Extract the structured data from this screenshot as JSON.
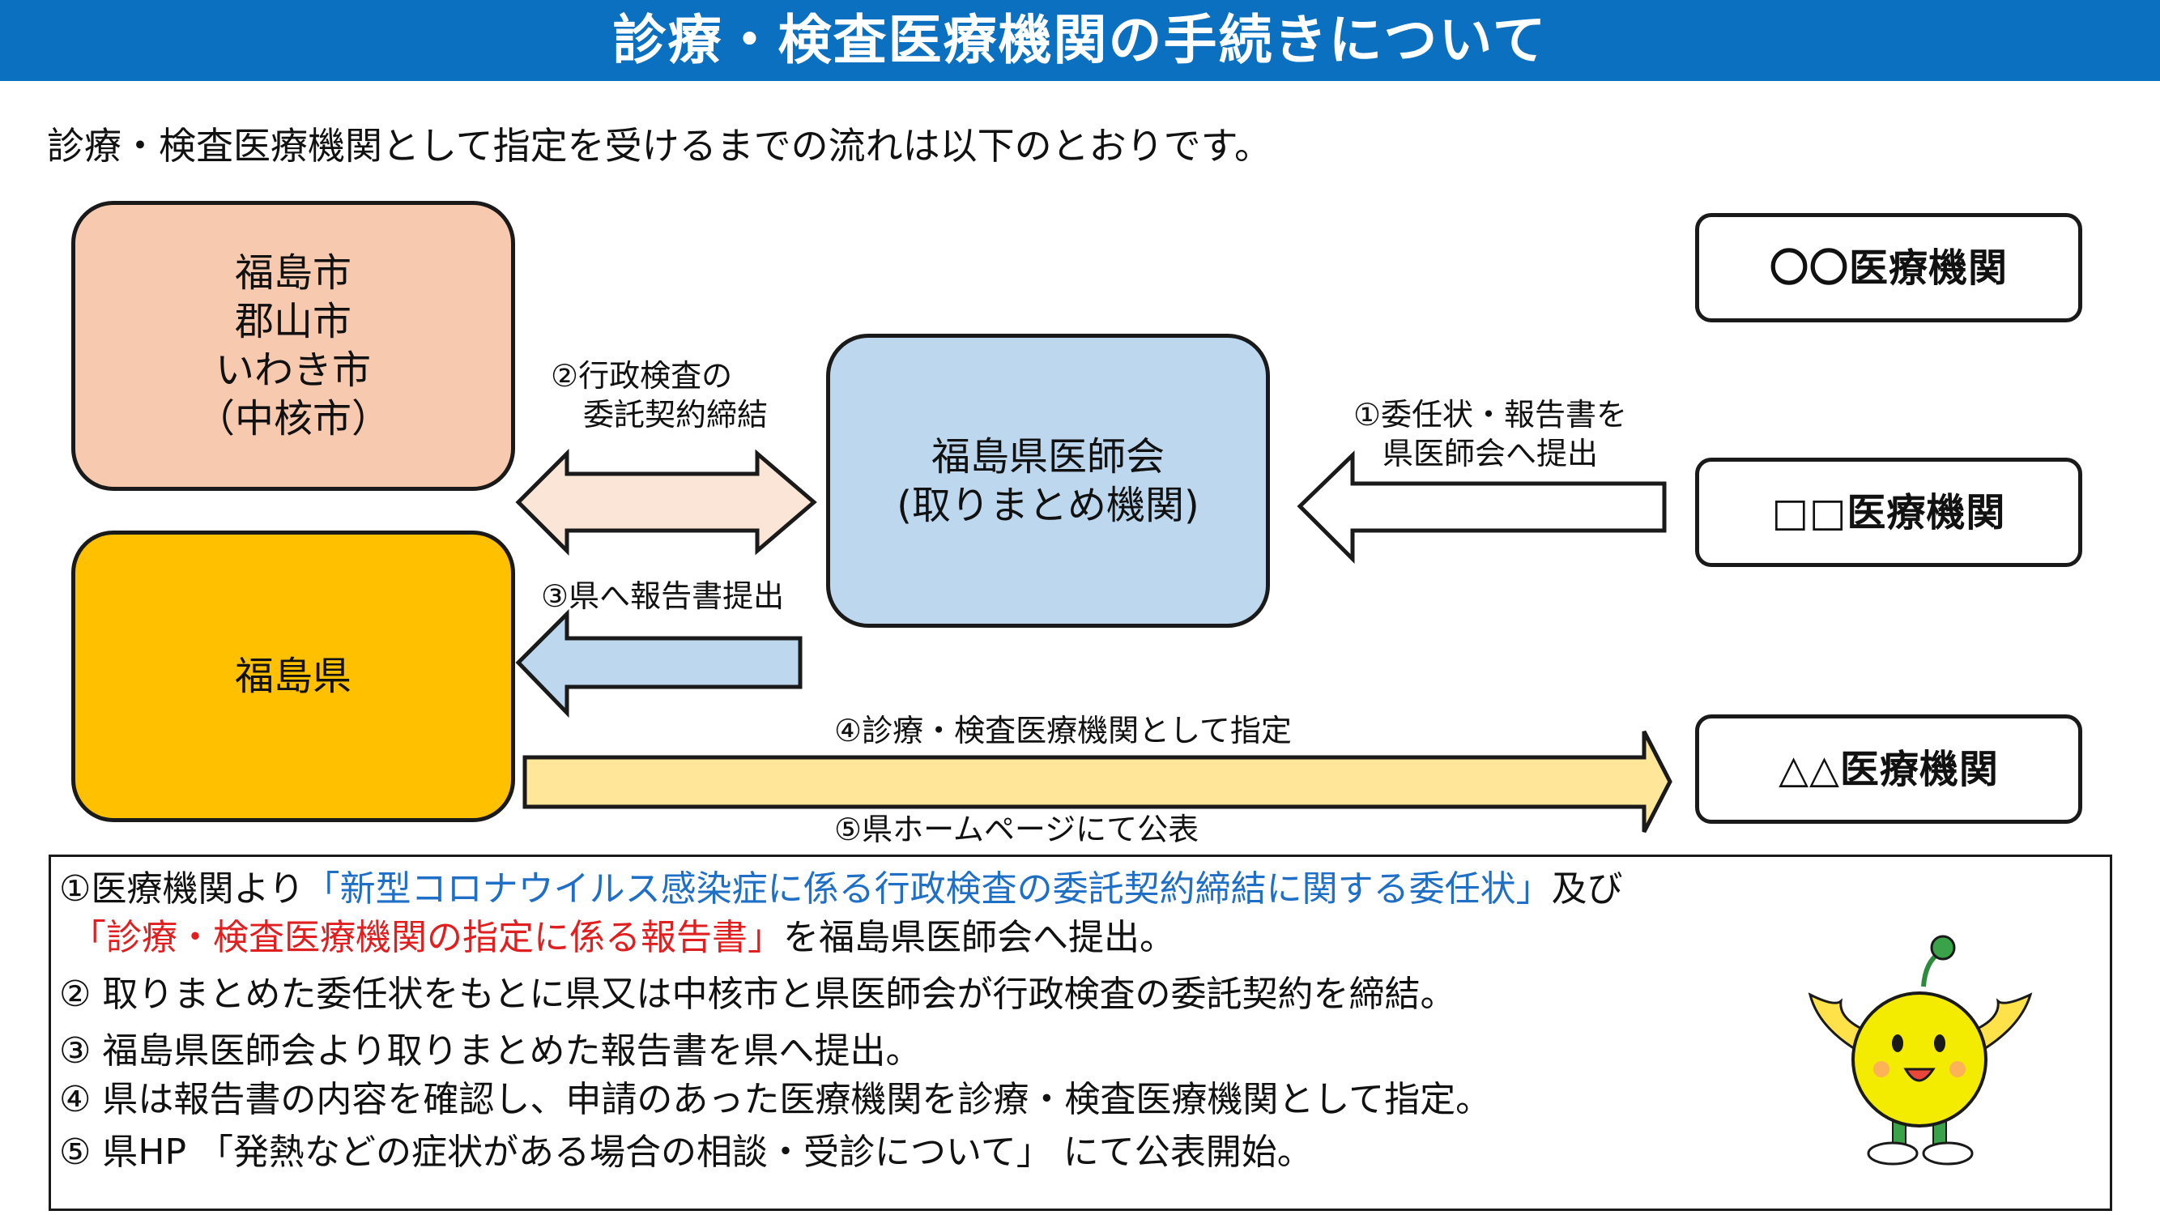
{
  "title": "診療・検査医療機関の手続きについて",
  "intro": "診療・検査医療機関として指定を受けるまでの流れは以下のとおりです。",
  "left": {
    "cities": [
      "福島市",
      "郡山市",
      "いわき市",
      "（中核市）"
    ],
    "prefecture": "福島県"
  },
  "center": {
    "lines": [
      "福島県医師会",
      "(取りまとめ機関)"
    ]
  },
  "institutions": [
    {
      "name": "〇〇医療機関"
    },
    {
      "name": "□□医療機関"
    },
    {
      "name": "△△医療機関"
    }
  ],
  "arrows": {
    "step2": [
      "②行政検査の",
      "委託契約締結"
    ],
    "step1": [
      "①委任状・報告書を",
      "県医師会へ提出"
    ],
    "step3": "③県へ報告書提出",
    "step4": "④診療・検査医療機関として指定",
    "step5": "⑤県ホームページにて公表"
  },
  "notes": {
    "line1_a": "①医療機関より",
    "line1_b": "「新型コロナウイルス感染症に係る行政検査の委託契約締結に関する委任状」",
    "line1_c": "及び",
    "line2_a": "「診療・検査医療機関の指定に係る報告書」",
    "line2_b": "を福島県医師会へ提出。",
    "line3": "② 取りまとめた委任状をもとに県又は中核市と県医師会が行政検査の委託契約を締結。",
    "line4": "③ 福島県医師会より取りまとめた報告書を県へ提出。",
    "line5": "④ 県は報告書の内容を確認し、申請のあった医療機関を診療・検査医療機関として指定。",
    "line6": "⑤ 県HP 「発熱などの症状がある場合の相談・受診について」 にて公表開始。"
  },
  "colors": {
    "header": "#0b70c0",
    "city_box": "#f7c9ae",
    "prefecture_box": "#ffc000",
    "center_box": "#bdd7ee",
    "arrow_peach": "#fbe5d6",
    "arrow_blue": "#bdd7ee",
    "arrow_yellow": "#ffe699",
    "link_blue": "#1f6fc6",
    "emphasis_red": "#e02020"
  }
}
